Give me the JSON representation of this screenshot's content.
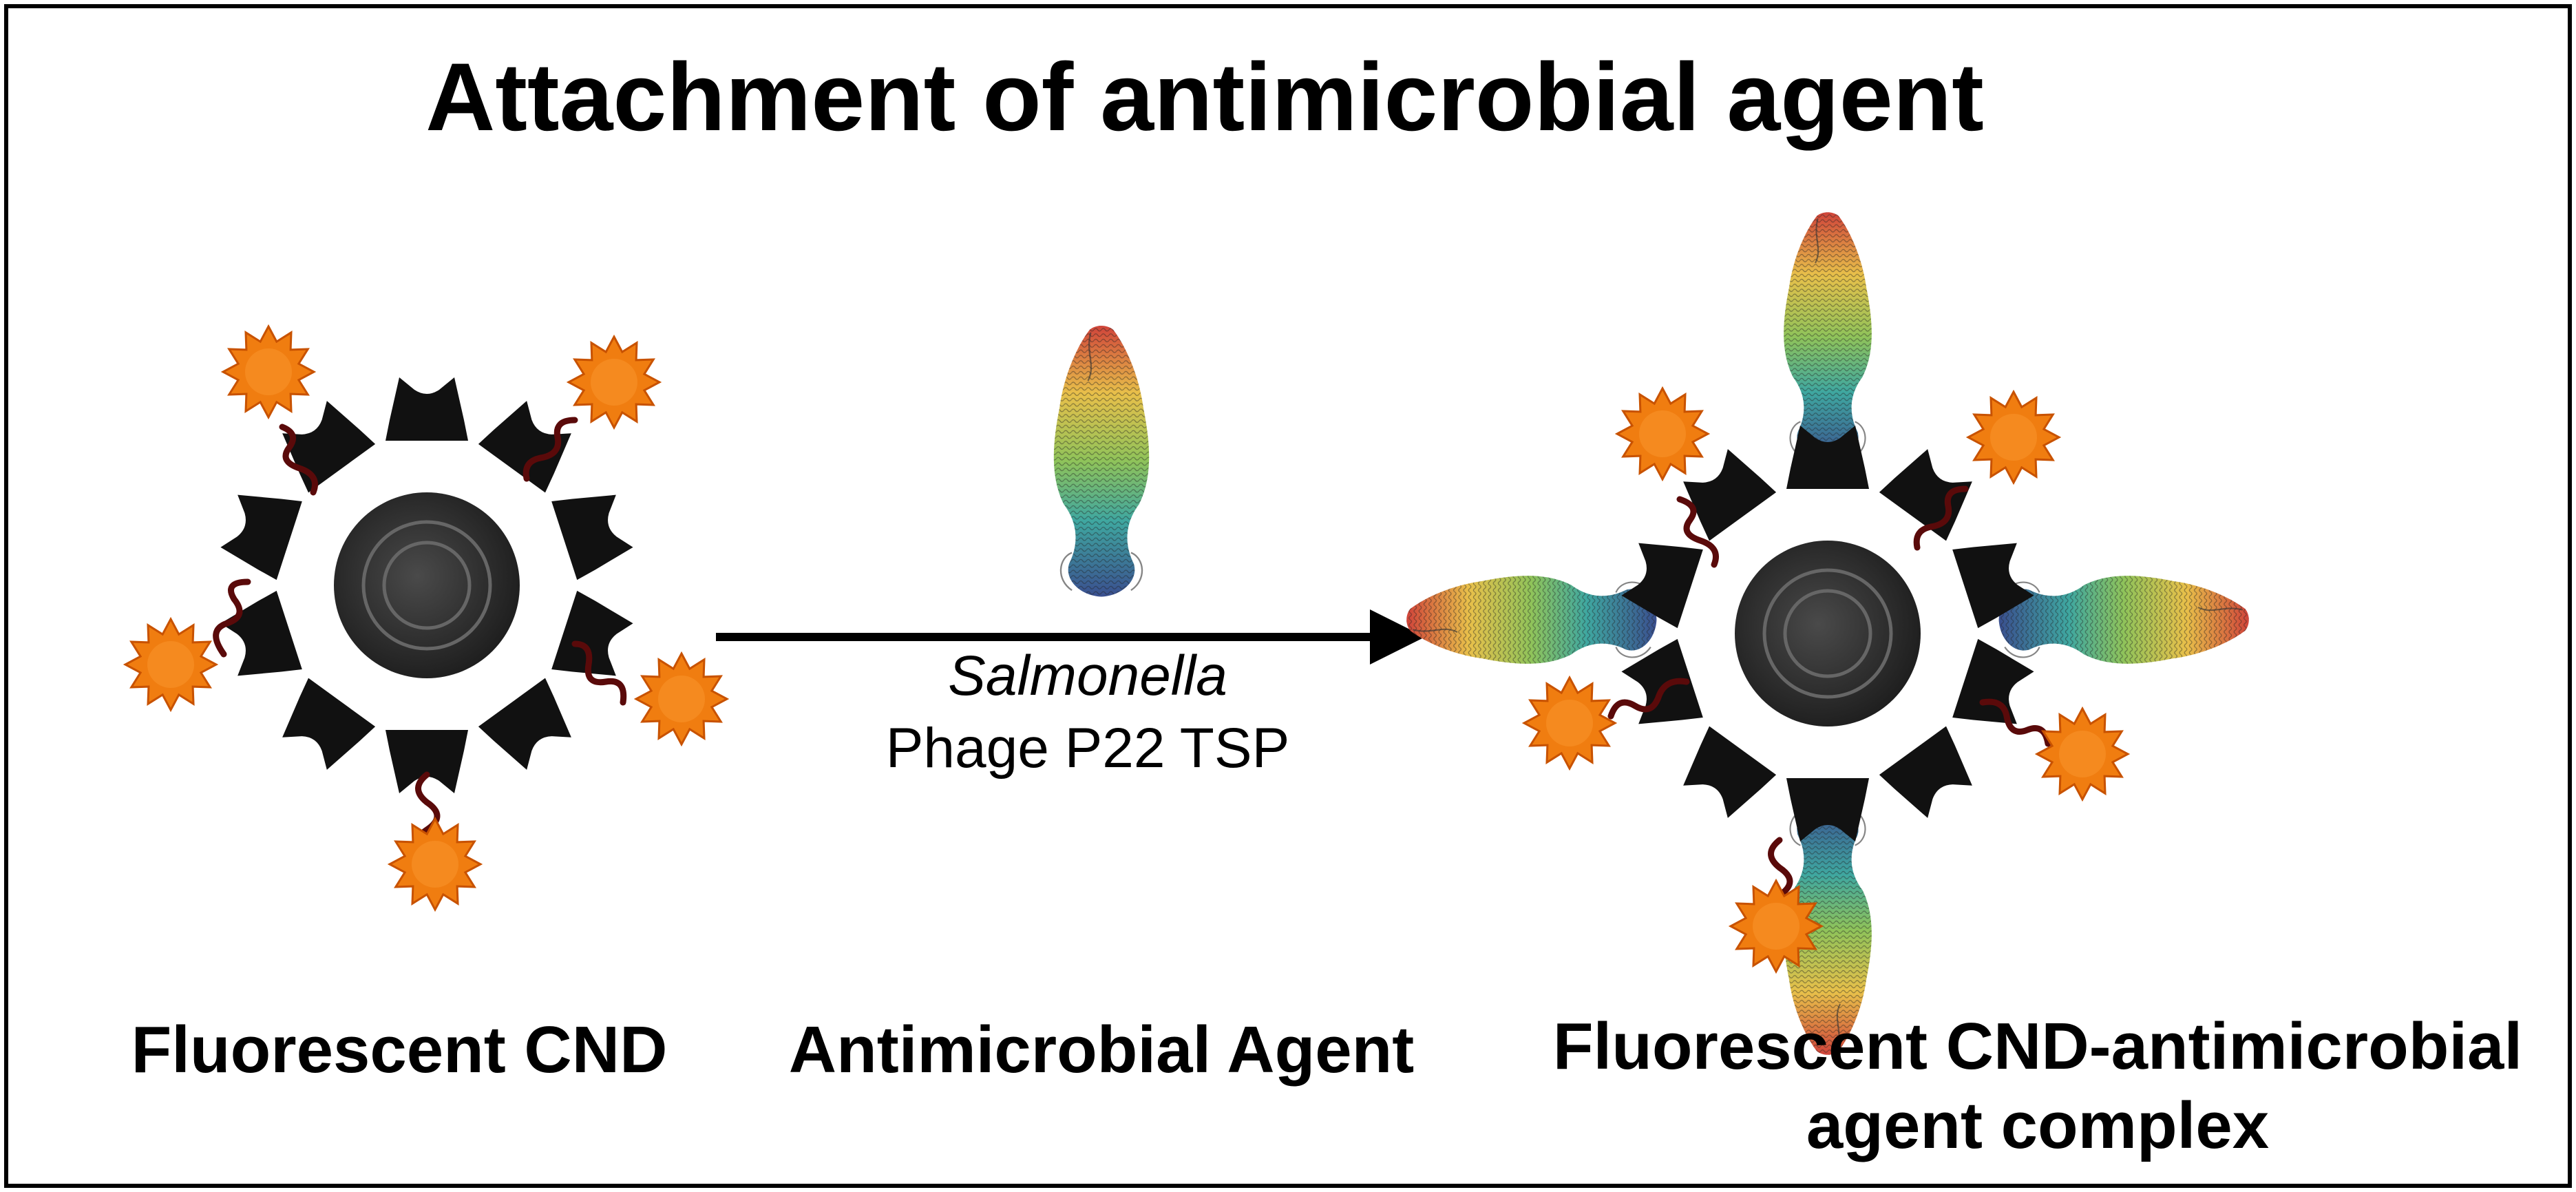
{
  "title": "Attachment of antimicrobial agent",
  "arrow_label": {
    "line1": "Salmonella",
    "line2": "Phage P22 TSP"
  },
  "labels": {
    "left": "Fluorescent CND",
    "middle": "Antimicrobial Agent",
    "right_line1": "Fluorescent CND-antimicrobial",
    "right_line2": "agent complex"
  },
  "colors": {
    "border": "#000000",
    "core": "#2b2b2b",
    "core_ring": "#555555",
    "ligand": "#111111",
    "fluorophore": "#f07d10",
    "fluorophore_edge": "#c85200",
    "linker": "#5a0a0a"
  },
  "icons": {
    "fluorophore": "orange-starburst-icon",
    "protein": "tailspike-protein-ribbon-icon"
  }
}
